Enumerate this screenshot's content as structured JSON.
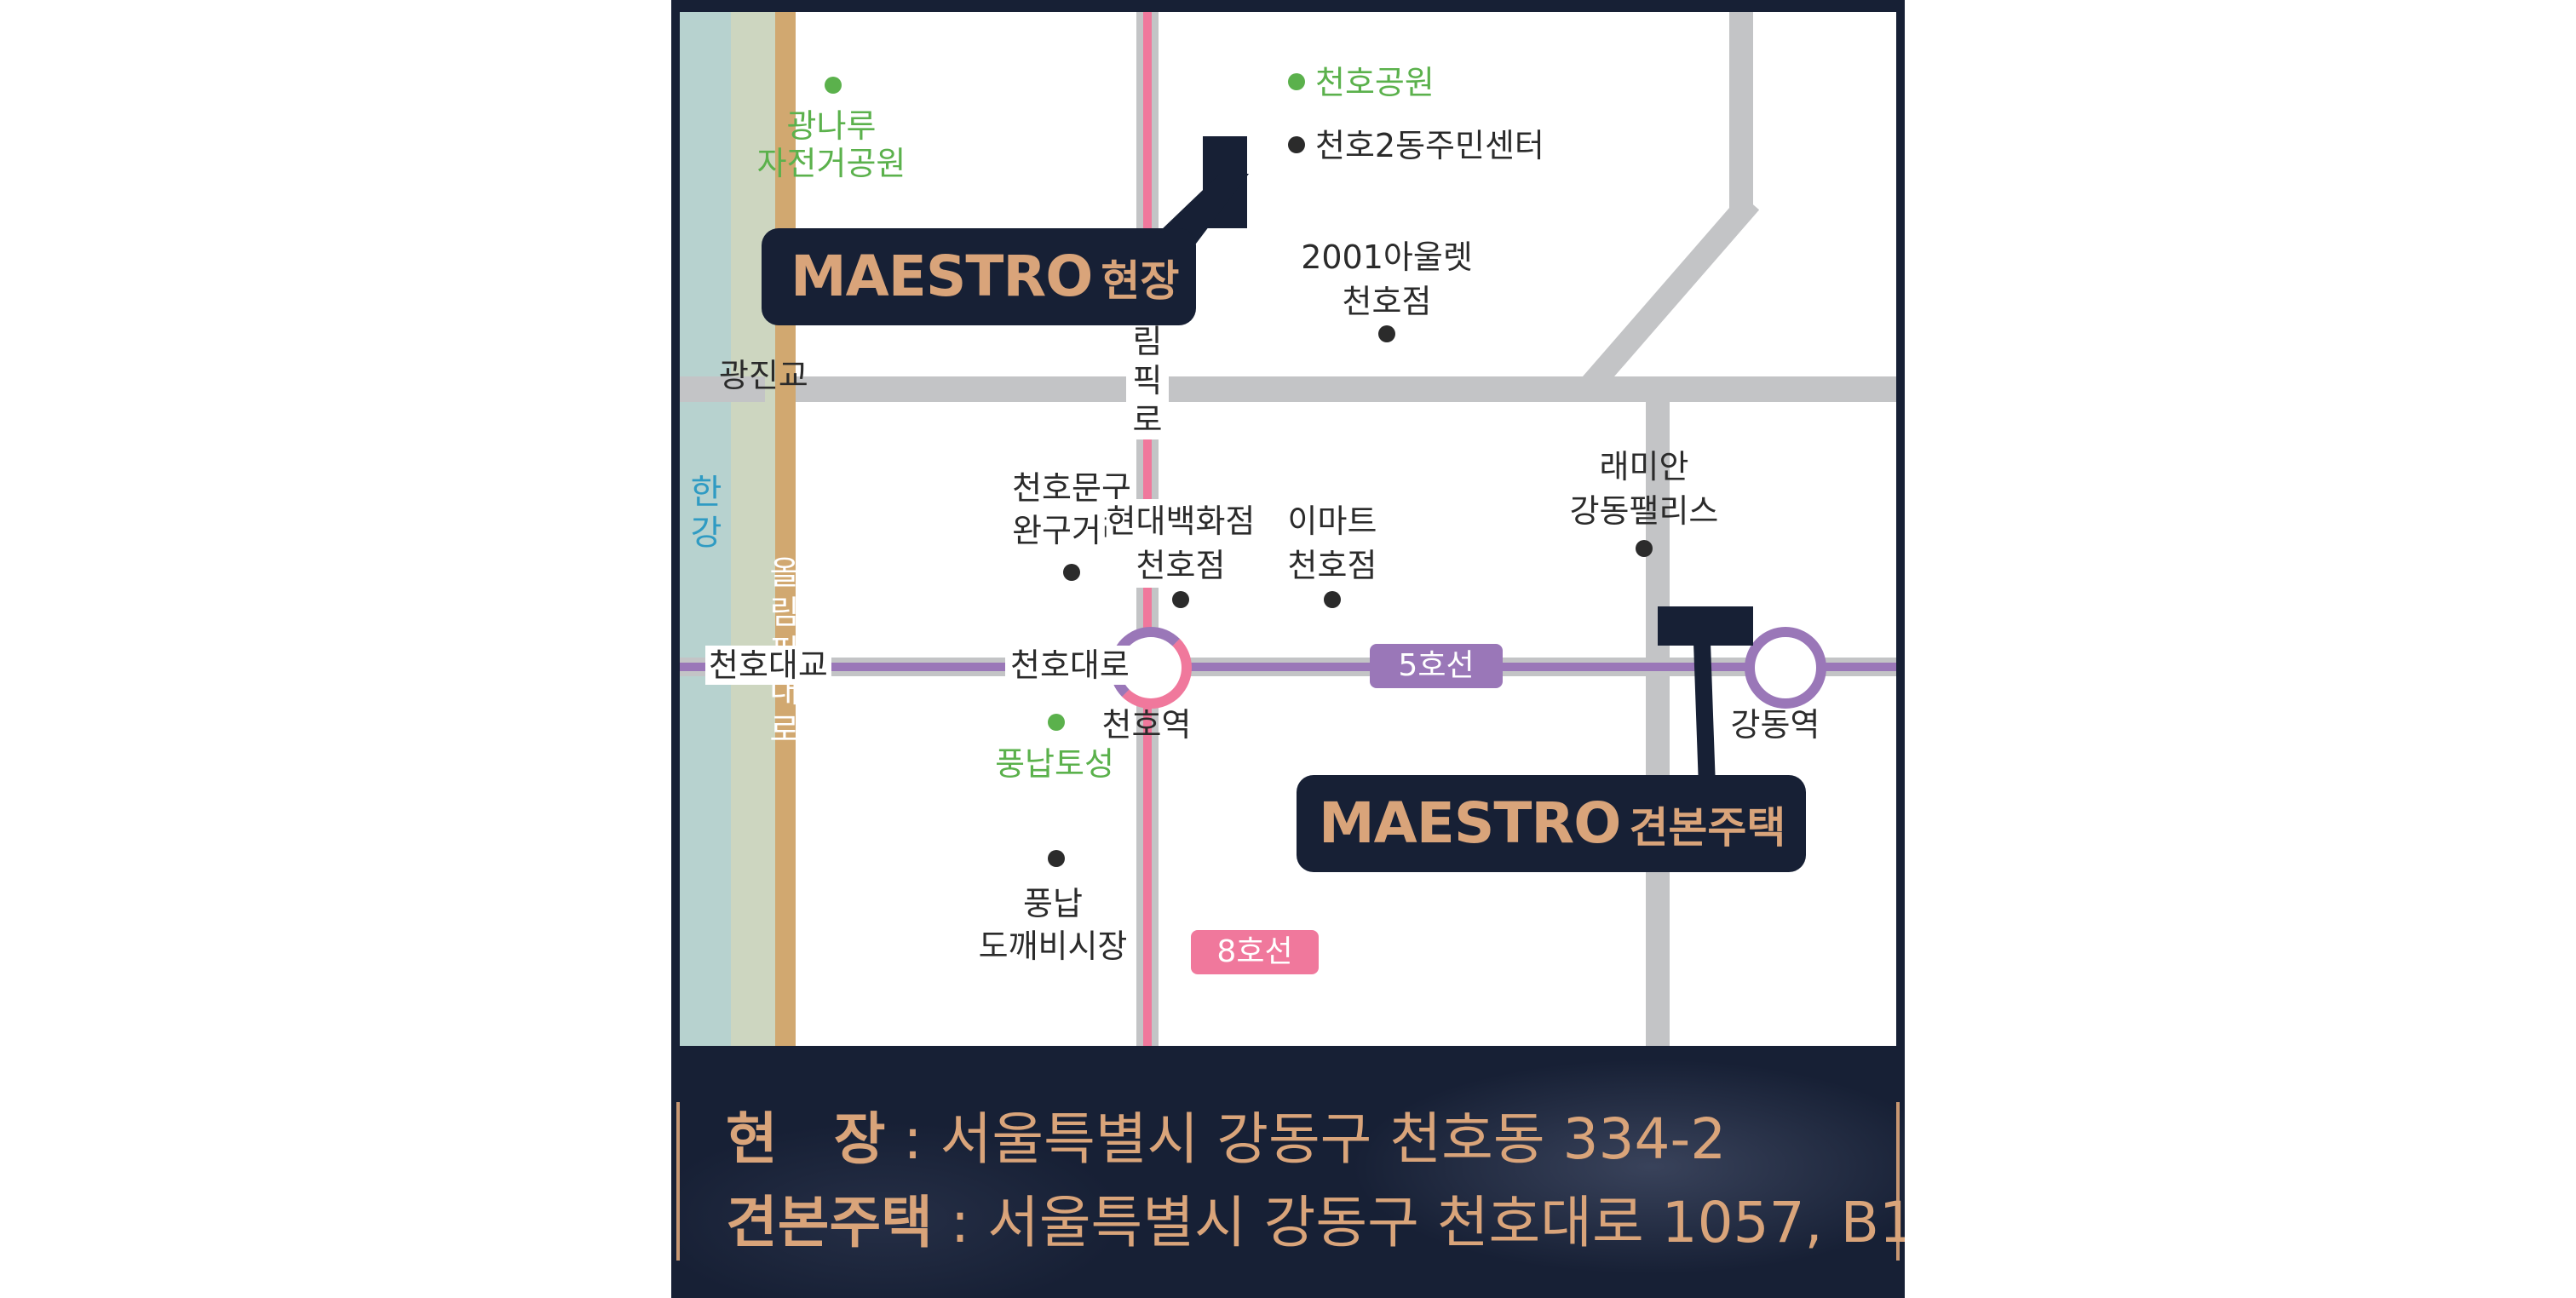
{
  "labels": {
    "park_gwangnaru": "광나루\n자전거공원",
    "gwangjingyo": "광진교",
    "hangang": "한강",
    "olympic_daero": "올림픽대로",
    "cheonho_daegyo": "천호대교",
    "cheonho_daero": "천호대로",
    "pungnap_toseong": "풍납토성",
    "pungnap_market": "풍납\n도깨비시장",
    "stationery": "천호문구\n완구거리",
    "cheonho_park": "천호공원",
    "community_center": "천호2동주민센터",
    "outlet": "2001아울렛\n천호점",
    "olympic_ro": "올림픽로",
    "hyundai": "현대백화점\n천호점",
    "emart": "이마트\n천호점",
    "raemian": "래미안\n강동팰리스",
    "cheonho_station": "천호역",
    "gangdong_station": "강동역",
    "line5": "5호선",
    "line8": "8호선"
  },
  "callouts": {
    "site": {
      "brand": "MAESTRO",
      "suffix": "현장"
    },
    "model_house": {
      "brand": "MAESTRO",
      "suffix": "견본주택"
    }
  },
  "address": {
    "site": {
      "key": "현　장",
      "sep": " : ",
      "value": "서울특별시 강동구 천호동 334-2"
    },
    "model_house": {
      "key": "견본주택",
      "sep": " : ",
      "value": "서울특별시 강동구 천호대로 1057, B1"
    }
  },
  "colors": {
    "navy": "#172035",
    "gold": "#d9a47a",
    "river": "#b7d2cf",
    "riverbank": "#cdd6c0",
    "olympic_daero": "#d1a870",
    "road": "#c3c4c6",
    "line5": "#9a77b8",
    "line8": "#f0789c",
    "park_green": "#5bb14c",
    "river_label": "#2f9bc3"
  }
}
